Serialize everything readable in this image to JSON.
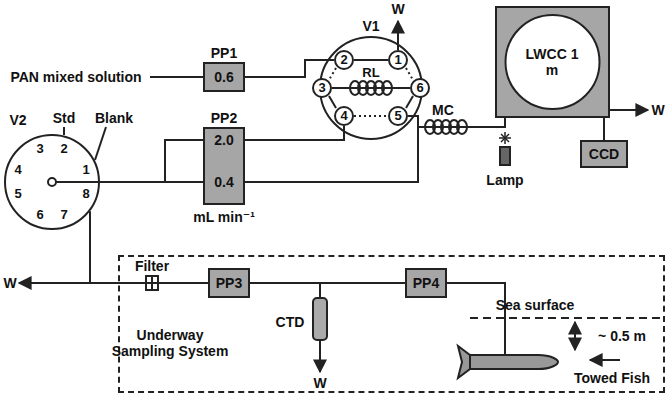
{
  "diagram": {
    "nodes": [
      {
        "text": [
          "V2"
        ]
      },
      {
        "text": [
          "PP1",
          "0.6"
        ]
      },
      {
        "text": [
          "V1"
        ]
      },
      {
        "text": [
          "2"
        ],
        "in": 2
      },
      {
        "text": [
          "1"
        ],
        "in": 2
      },
      {
        "text": [
          "3"
        ],
        "in": 2
      },
      {
        "text": [
          "6"
        ],
        "in": 2
      },
      {
        "text": [
          "4"
        ],
        "in": 2
      },
      {
        "text": [
          "5"
        ],
        "in": 2
      },
      {
        "text": [
          "LWCC 1 m"
        ]
      },
      {
        "text": [
          "PP2",
          "2.0",
          "0.4",
          "mL min⁻¹"
        ]
      },
      {
        "text": [
          "CCD"
        ]
      },
      {
        "text": [
          "Underway Sampling System"
        ]
      },
      {
        "text": [
          "PP3"
        ],
        "in": 12
      },
      {
        "text": [
          "PP4"
        ],
        "in": 12
      }
    ],
    "edges": [
      {
        "from": 0,
        "to": 10,
        "arrow": "none"
      },
      {
        "from": 1,
        "to": 3,
        "arrow": "none"
      },
      {
        "from": 10,
        "to": 7,
        "arrow": "none"
      },
      {
        "from": 8,
        "to": 9,
        "arrow": "none"
      },
      {
        "from": 10,
        "to": 9,
        "arrow": "none"
      },
      {
        "from": 9,
        "to": 11,
        "arrow": "none"
      },
      {
        "from": 14,
        "to": 13,
        "arrow": "none"
      },
      {
        "from": 13,
        "to": 0,
        "arrow": "none"
      }
    ],
    "labels": [
      "W",
      "PAN mixed solution",
      "Std",
      "Blank",
      "RL",
      "MC",
      "W",
      "1",
      "2",
      "3",
      "4",
      "5",
      "6",
      "7",
      "8",
      "Lamp",
      "W",
      "Filter",
      "CTD",
      "W",
      "Sea surface",
      "~ 0.5 m",
      "Towed Fish"
    ]
  }
}
